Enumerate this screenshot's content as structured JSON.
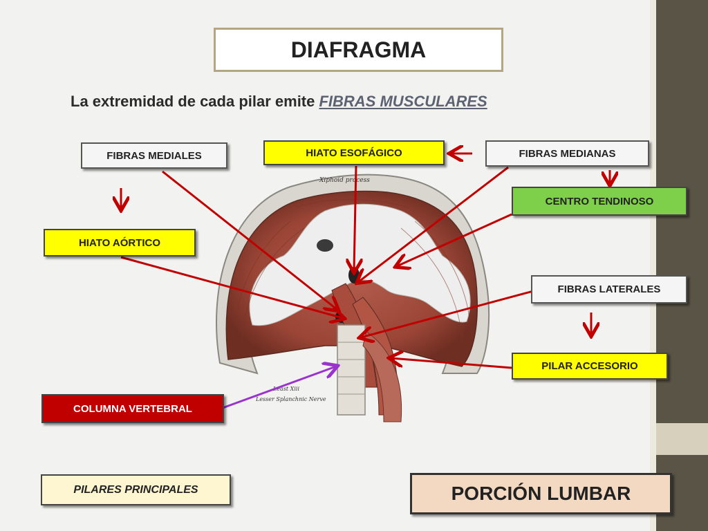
{
  "title": "DIAFRAGMA",
  "subtitle": {
    "text": "La extremidad de cada pilar emite ",
    "emphasis": "FIBRAS MUSCULARES"
  },
  "labels": {
    "fibras_mediales": "FIBRAS MEDIALES",
    "hiato_esofagico": "HIATO ESOFÁGICO",
    "fibras_medianas": "FIBRAS MEDIANAS",
    "centro_tendinoso": "CENTRO TENDINOSO",
    "hiato_aortico": "HIATO AÓRTICO",
    "fibras_laterales": "FIBRAS LATERALES",
    "pilar_accesorio": "PILAR ACCESORIO",
    "columna_vertebral": "COLUMNA VERTEBRAL"
  },
  "footer": {
    "pilares_principales": "PILARES PRINCIPALES",
    "porcion_lumbar": "PORCIÓN LUMBAR"
  },
  "image_caption": {
    "top": "Xiphoid process",
    "bottom_1": "Least Xiii",
    "bottom_2": "Lesser Splanchnic Nerve"
  },
  "colors": {
    "arrow_red": "#c00000",
    "arrow_purple": "#9933cc",
    "muscle": "#9c4a3e",
    "tendon": "#eeeeee",
    "sidebar": "#5a5446",
    "title_border": "#b5a683"
  }
}
